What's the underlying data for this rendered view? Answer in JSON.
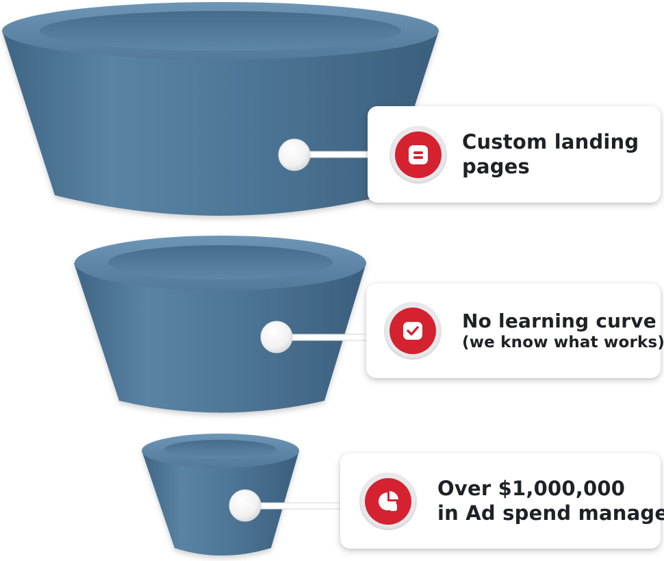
{
  "diagram": {
    "stages": [
      {
        "lines": [
          "Custom landing",
          "pages"
        ],
        "icon": "landing-page-icon"
      },
      {
        "lines": [
          "No learning curve",
          "(we know what works)"
        ],
        "icon": "checkmark-icon"
      },
      {
        "lines": [
          "Over $1,000,000",
          "in Ad spend managed"
        ],
        "icon": "pie-chart-icon"
      }
    ],
    "colors": {
      "funnel_body": "#4c7393",
      "funnel_rim": "#5b84a6",
      "icon_red": "#d42231",
      "text": "#1e2126"
    }
  }
}
